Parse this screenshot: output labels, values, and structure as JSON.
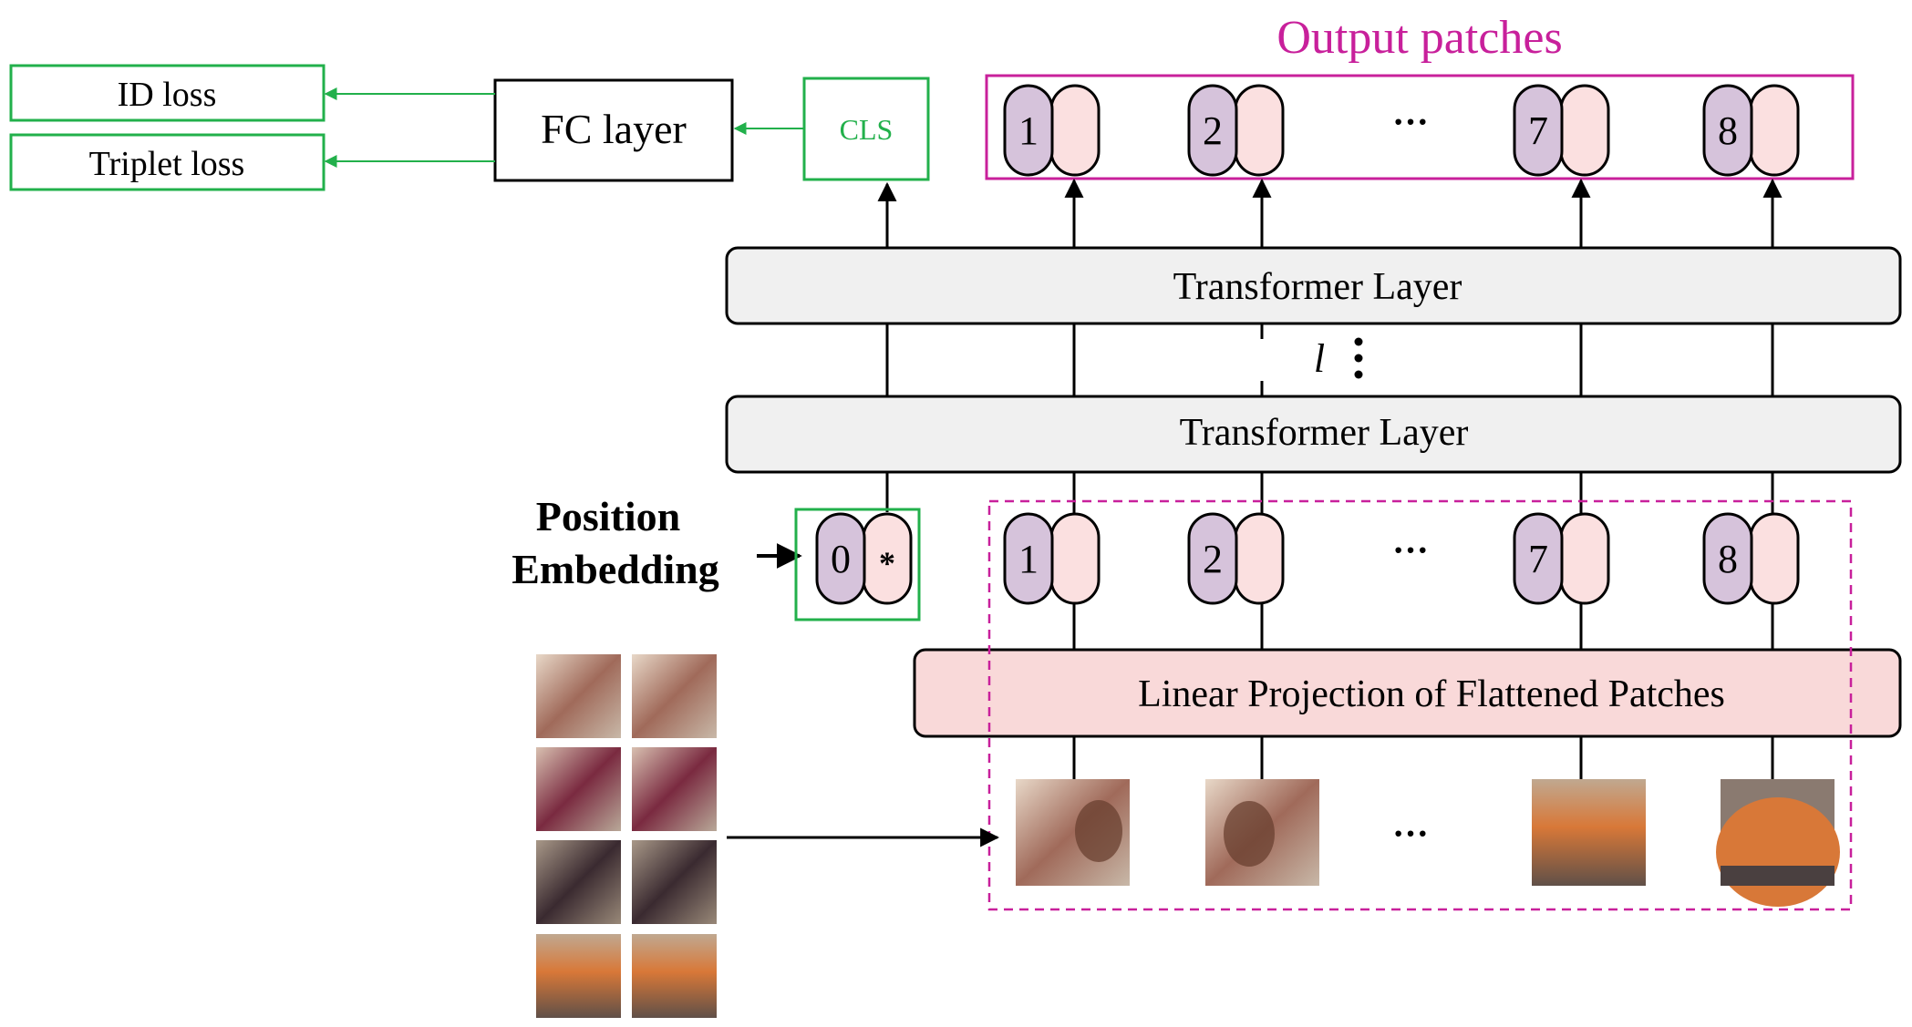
{
  "losses": {
    "id_loss": "ID loss",
    "triplet_loss": "Triplet loss"
  },
  "fc_layer": "FC layer",
  "cls_label": "CLS",
  "output_title": "Output patches",
  "transformer": {
    "top_label": "Transformer Layer",
    "bottom_label": "Transformer Layer",
    "depth_label": "l"
  },
  "position_embedding": {
    "line1": "Position",
    "line2": "Embedding"
  },
  "cls_token": {
    "index": "0",
    "mark": "*"
  },
  "tokens": [
    "1",
    "2",
    "7",
    "8"
  ],
  "ellipsis": "···",
  "linear_projection": "Linear Projection of Flattened Patches",
  "colors": {
    "green_box": "#22b04b",
    "magenta": "#c8209b",
    "token_left": "#d6c3db",
    "token_right": "#fbe0e0",
    "layer_fill": "#f0f0f0",
    "projection_fill": "#f9d9d9"
  }
}
